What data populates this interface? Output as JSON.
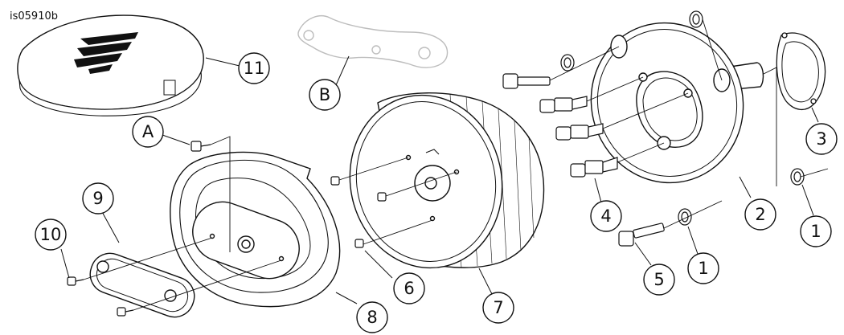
{
  "figure_id": "is05910b",
  "callouts": [
    {
      "label": "11"
    },
    {
      "label": "B"
    },
    {
      "label": "A"
    },
    {
      "label": "9"
    },
    {
      "label": "10"
    },
    {
      "label": "8"
    },
    {
      "label": "6"
    },
    {
      "label": "7"
    },
    {
      "label": "4"
    },
    {
      "label": "5"
    },
    {
      "label": "1"
    },
    {
      "label": "2"
    },
    {
      "label": "3"
    },
    {
      "label": "1"
    }
  ],
  "colors": {
    "line": "#111111",
    "ghost": "#bdbdbd",
    "fill": "#ffffff"
  },
  "icons": [
    "logo-emblem-icon"
  ]
}
